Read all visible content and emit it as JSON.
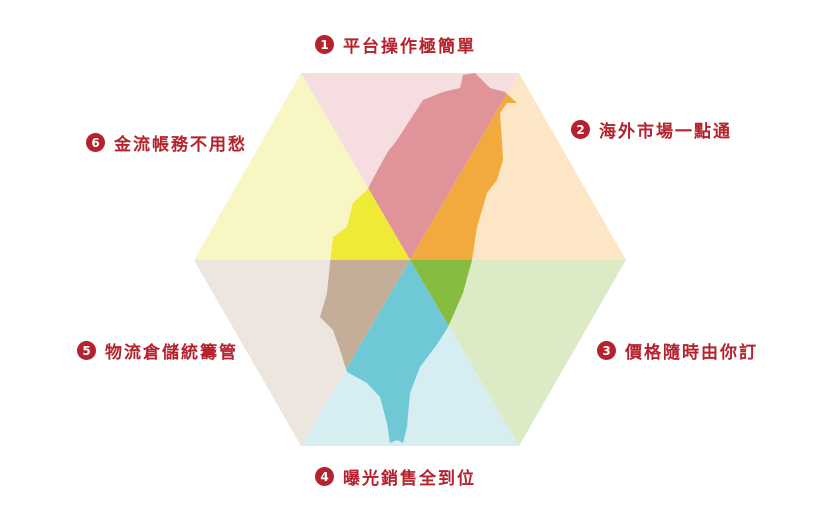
{
  "features": [
    {
      "num": "1",
      "label": "平台操作極簡單",
      "light": "#f5dde0",
      "dark": "#e09499"
    },
    {
      "num": "2",
      "label": "海外市場一點通",
      "light": "#fde6c6",
      "dark": "#f2a93e"
    },
    {
      "num": "3",
      "label": "價格隨時由你訂",
      "light": "#dcebc6",
      "dark": "#86bd40"
    },
    {
      "num": "4",
      "label": "曝光銷售全到位",
      "light": "#d6eef2",
      "dark": "#6ec8d6"
    },
    {
      "num": "5",
      "label": "物流倉儲統籌管",
      "light": "#ede6df",
      "dark": "#c4ae97"
    },
    {
      "num": "6",
      "label": "金流帳務不用愁",
      "light": "#f8f7c4",
      "dark": "#eeea35"
    }
  ]
}
